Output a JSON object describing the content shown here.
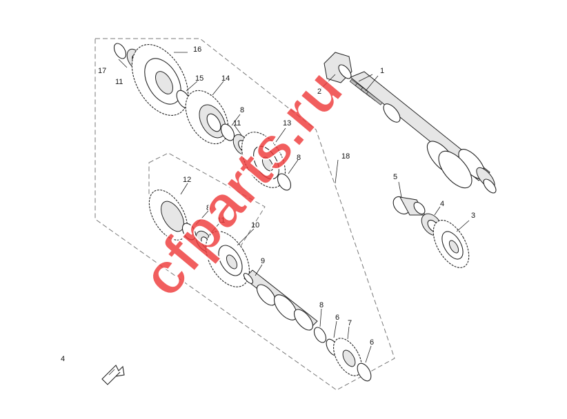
{
  "diagram": {
    "callouts": [
      {
        "id": "c1",
        "text": "1"
      },
      {
        "id": "c2",
        "text": "2"
      },
      {
        "id": "c3",
        "text": "3"
      },
      {
        "id": "c4",
        "text": "4"
      },
      {
        "id": "c5",
        "text": "5"
      },
      {
        "id": "c6a",
        "text": "6"
      },
      {
        "id": "c6b",
        "text": "6"
      },
      {
        "id": "c7",
        "text": "7"
      },
      {
        "id": "c8a",
        "text": "8"
      },
      {
        "id": "c8b",
        "text": "8"
      },
      {
        "id": "c8c",
        "text": "8"
      },
      {
        "id": "c8d",
        "text": "8"
      },
      {
        "id": "c9",
        "text": "9"
      },
      {
        "id": "c10",
        "text": "10"
      },
      {
        "id": "c11a",
        "text": "11"
      },
      {
        "id": "c11b",
        "text": "11"
      },
      {
        "id": "c11c",
        "text": "11"
      },
      {
        "id": "c12",
        "text": "12"
      },
      {
        "id": "c13",
        "text": "13"
      },
      {
        "id": "c14",
        "text": "14"
      },
      {
        "id": "c15",
        "text": "15"
      },
      {
        "id": "c16",
        "text": "16"
      },
      {
        "id": "c17",
        "text": "17"
      },
      {
        "id": "c18",
        "text": "18"
      }
    ],
    "corner_mark": "4",
    "watermark": "cfparts.ru",
    "colors": {
      "watermark": "#ee3b3b",
      "line": "#222222",
      "frame": "#777777",
      "background": "#ffffff"
    }
  }
}
